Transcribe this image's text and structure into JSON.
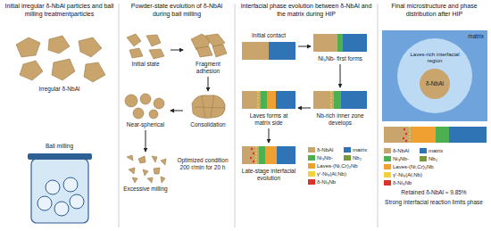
{
  "diagram": {
    "nodes": [
      {
        "text": [
          "Initial irregular δ-NbAl particles and ball milling treatmentparticles"
        ]
      },
      {
        "text": [
          "Irregular δ-NbAl"
        ],
        "in": 0
      },
      {
        "text": [
          "Ball milling"
        ],
        "in": 0
      },
      {
        "text": [
          "Powder-state evolution of δ-NbAl during ball milling"
        ]
      },
      {
        "text": [
          "Initial state"
        ],
        "in": 3
      },
      {
        "text": [
          "Fragment adhesion"
        ],
        "in": 3
      },
      {
        "text": [
          "Consolidation"
        ],
        "in": 3
      },
      {
        "text": [
          "Near-spherical"
        ],
        "in": 3
      },
      {
        "text": [
          "Excessive milling"
        ],
        "in": 3
      },
      {
        "text": [
          "Interfacial phase evolution between δ-NbAl and the matrix during HIP"
        ]
      },
      {
        "text": [
          "Initial contact"
        ],
        "in": 9
      },
      {
        "text": [
          "Ni₃Nb- first forms"
        ],
        "in": 9
      },
      {
        "text": [
          "Nb-rich inner zone develops"
        ],
        "in": 9
      },
      {
        "text": [
          "Laves forms at matrix side"
        ],
        "in": 9
      },
      {
        "text": [
          "Late-stage interfacial evolution"
        ],
        "in": 9
      },
      {
        "text": [
          "Final microstructure and phase distribution after HIP"
        ]
      },
      {
        "text": [
          "matrix"
        ],
        "in": 15
      },
      {
        "text": [
          "Laves-rich interfacial region"
        ],
        "in": 16
      },
      {
        "text": [
          "δ-NbAl"
        ],
        "in": 17
      }
    ],
    "edges": [
      {
        "from": 4,
        "to": 5,
        "arrow": "to"
      },
      {
        "from": 5,
        "to": 6,
        "arrow": "to"
      },
      {
        "from": 6,
        "to": 7,
        "arrow": "to"
      },
      {
        "from": 7,
        "to": 8,
        "arrow": "to"
      },
      {
        "from": 10,
        "to": 11,
        "arrow": "to"
      },
      {
        "from": 11,
        "to": 12,
        "arrow": "to"
      },
      {
        "from": 12,
        "to": 13,
        "arrow": "to"
      },
      {
        "from": 13,
        "to": 14,
        "arrow": "to"
      }
    ],
    "labels": [
      "Optimized condition 200 r/min for 20 h",
      "Retained δ-NbAl ≈ 9.85%",
      "Strong interfacial reaction limits phase"
    ],
    "legend": [
      {
        "text": "δ-NbAl",
        "color": "#c9a46c"
      },
      {
        "text": "matrix",
        "color": "#2f75b5"
      },
      {
        "text": "Ni₃Nb-",
        "color": "#4caf50"
      },
      {
        "text": "Nb₂",
        "color": "#7a9a3a"
      },
      {
        "text": "Laves-(Ni,Cr)₂Nb",
        "color": "#f0a030"
      },
      {
        "text": "γ'-Ni₃(Al,Nb)",
        "color": "#f2d03b"
      },
      {
        "text": "δ-Ni₃Nb",
        "color": "#d9342b"
      },
      {
        "text": "δ-NbAl",
        "color": "#c9a46c"
      },
      {
        "text": "matrix",
        "color": "#2f75b5"
      },
      {
        "text": "Ni₃Nb-",
        "color": "#4caf50"
      },
      {
        "text": "Nb₂",
        "color": "#7a9a3a"
      },
      {
        "text": "Laves-(Ni,Cr)₂Nb",
        "color": "#f0a030"
      },
      {
        "text": "γ'-Ni₃(Al,Nb)",
        "color": "#f2d03b"
      },
      {
        "text": "δ-Ni₃Nb",
        "color": "#d9342b"
      }
    ]
  }
}
